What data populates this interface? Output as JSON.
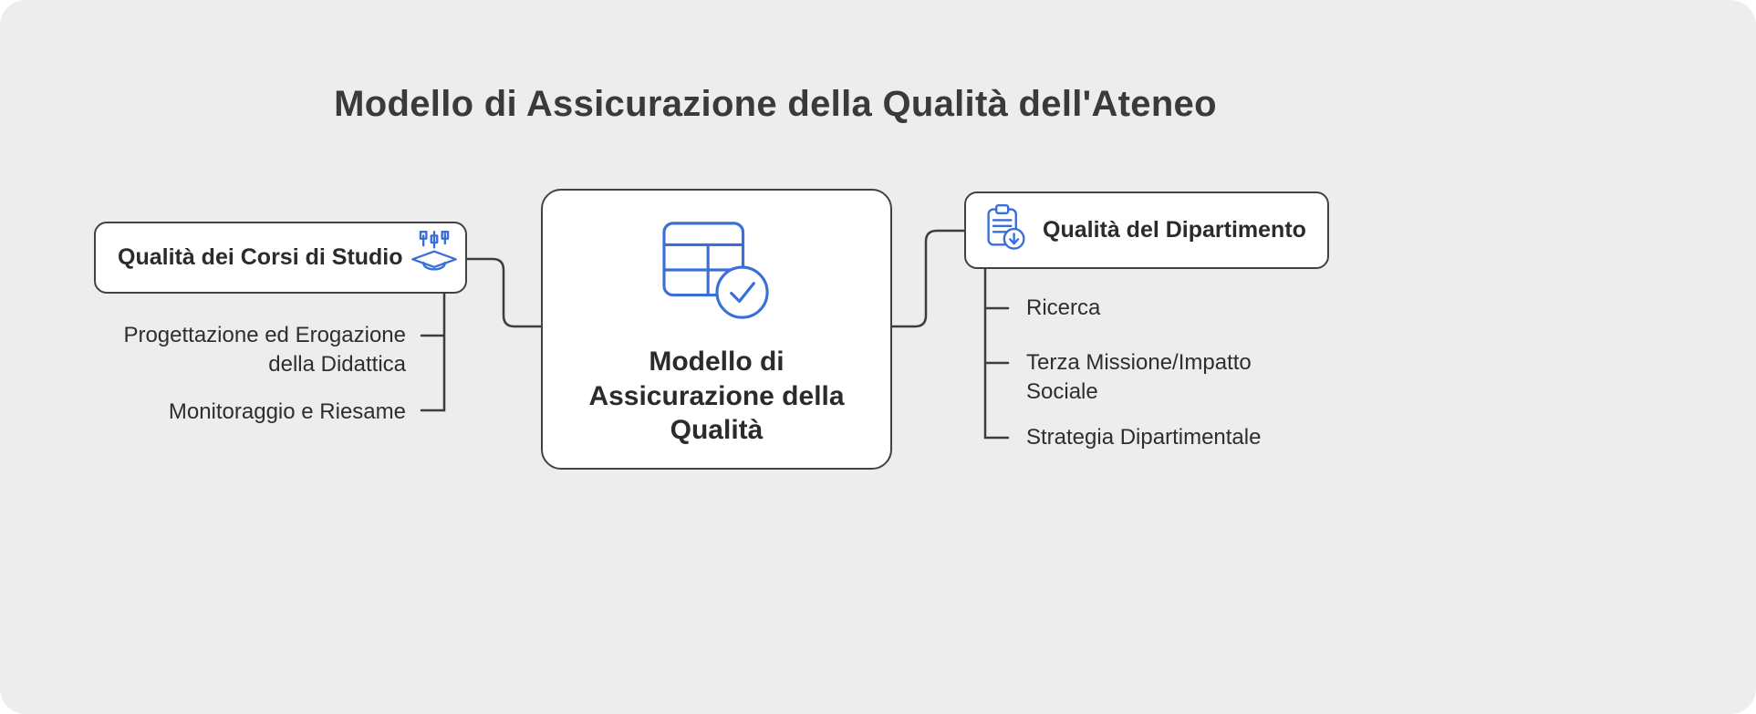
{
  "title": "Modello di Assicurazione della Qualità dell'Ateneo",
  "center_node": {
    "label": "Modello di Assicurazione della Qualità",
    "icon": "table-check-icon"
  },
  "left_branch": {
    "label": "Qualità dei Corsi di Studio",
    "icon": "graduation-cap-icon",
    "children": [
      "Progettazione ed Erogazione della Didattica",
      "Monitoraggio e Riesame"
    ]
  },
  "right_branch": {
    "label": "Qualità del Dipartimento",
    "icon": "clipboard-download-icon",
    "children": [
      "Ricerca",
      "Terza Missione/Impatto Sociale",
      "Strategia Dipartimentale"
    ]
  },
  "colors": {
    "accent_blue": "#3a6fd8",
    "line": "#3d3d3d",
    "background": "#ededed",
    "node_background": "#ffffff",
    "node_border": "#424242",
    "text": "#2e2e2e"
  }
}
